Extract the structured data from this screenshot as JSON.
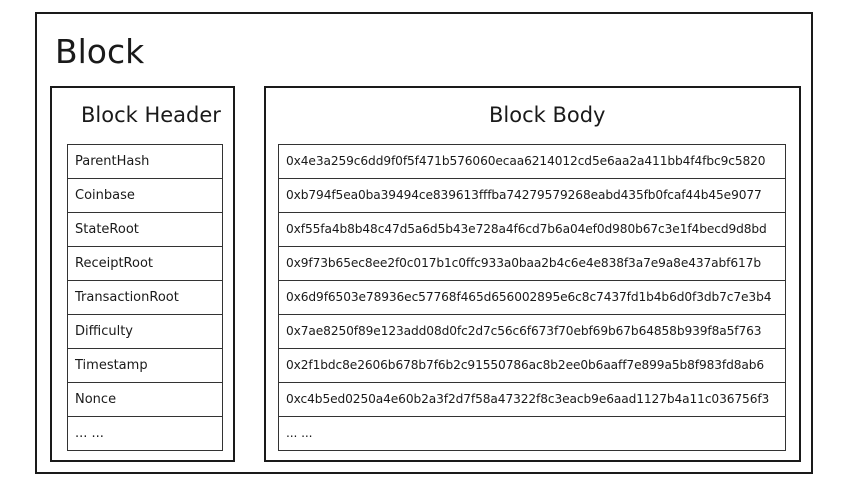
{
  "block": {
    "title": "Block",
    "header": {
      "title": "Block Header",
      "fields": [
        "ParentHash",
        "Coinbase",
        "StateRoot",
        "ReceiptRoot",
        "TransactionRoot",
        "Difficulty",
        "Timestamp",
        "Nonce",
        "... ..."
      ]
    },
    "body": {
      "title": "Block Body",
      "transactions": [
        "0x4e3a259c6dd9f0f5f471b576060ecaa6214012cd5e6aa2a411bb4f4fbc9c5820",
        "0xb794f5ea0ba39494ce839613fffba74279579268eabd435fb0fcaf44b45e9077",
        "0xf55fa4b8b48c47d5a6d5b43e728a4f6cd7b6a04ef0d980b67c3e1f4becd9d8bd",
        "0x9f73b65ec8ee2f0c017b1c0ffc933a0baa2b4c6e4e838f3a7e9a8e437abf617b",
        "0x6d9f6503e78936ec57768f465d656002895e6c8c7437fd1b4b6d0f3db7c7e3b4",
        "0x7ae8250f89e123add08d0fc2d7c56c6f673f70ebf69b67b64858b939f8a5f763",
        "0x2f1bdc8e2606b678b7f6b2c91550786ac8b2ee0b6aaff7e899a5b8f983fd8ab6",
        "0xc4b5ed0250a4e60b2a3f2d7f58a47322f8c3eacb9e6aad1127b4a11c036756f3",
        "... ..."
      ]
    }
  }
}
